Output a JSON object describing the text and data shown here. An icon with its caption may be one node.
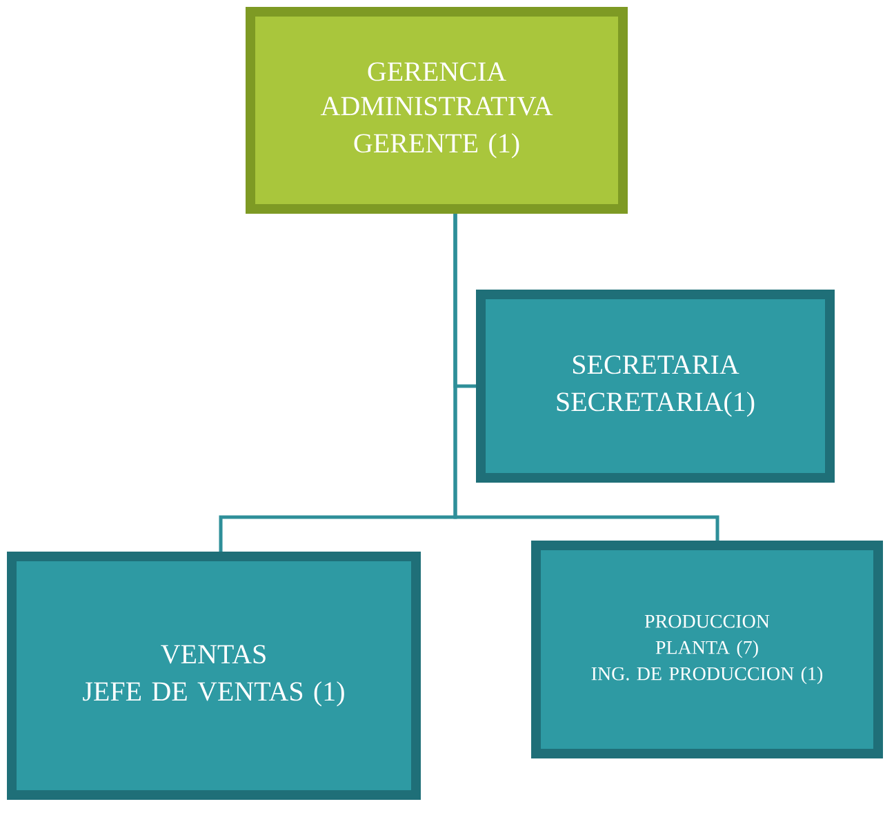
{
  "diagram": {
    "nodes": [
      {
        "text": [
          "GERENCIA ADMINISTRATIVA",
          "GERENTE (1)"
        ]
      },
      {
        "text": [
          "SECRETARIA",
          "SECRETARIA(1)"
        ]
      },
      {
        "text": [
          "VENTAS",
          "JEFE DE VENTAS (1)"
        ]
      },
      {
        "text": [
          "PRODUCCION",
          "PLANTA (7)",
          "ING. DE PRODUCCION (1)"
        ]
      }
    ],
    "edges": [
      {
        "from": 0,
        "to": 1,
        "arrow": "none"
      },
      {
        "from": 0,
        "to": 2,
        "arrow": "none"
      },
      {
        "from": 0,
        "to": 3,
        "arrow": "none"
      }
    ]
  }
}
